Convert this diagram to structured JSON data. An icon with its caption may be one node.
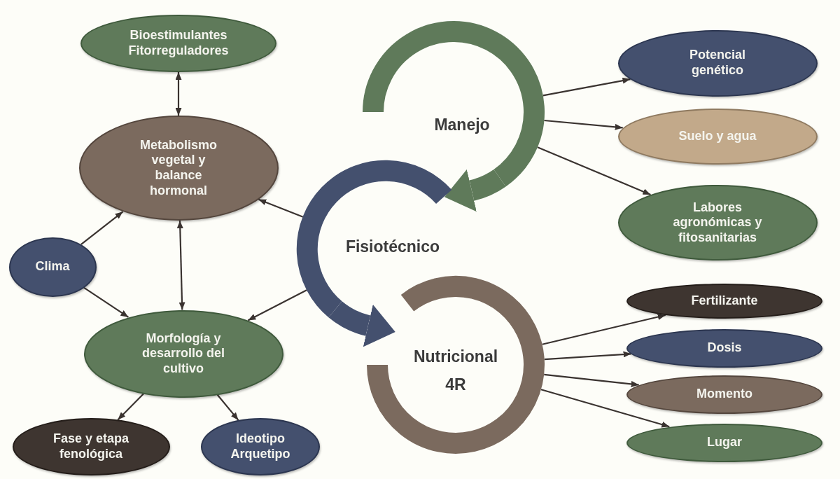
{
  "diagram": {
    "nodes": [
      {
        "text": [
          "Bioestimulantes Fitorreguladores"
        ]
      },
      {
        "text": [
          "Metabolismo vegetal y balance hormonal"
        ]
      },
      {
        "text": [
          "Clima"
        ]
      },
      {
        "text": [
          "Morfología y desarrollo del cultivo"
        ]
      },
      {
        "text": [
          "Fase y etapa fenológica"
        ]
      },
      {
        "text": [
          "Ideotipo Arquetipo"
        ]
      },
      {
        "text": [
          "Manejo"
        ]
      },
      {
        "text": [
          "Fisiotécnico"
        ]
      },
      {
        "text": [
          "Nutricional 4R"
        ]
      },
      {
        "text": [
          "Potencial genético"
        ]
      },
      {
        "text": [
          "Suelo y agua"
        ]
      },
      {
        "text": [
          "Labores agronómicas y fitosanitarias"
        ]
      },
      {
        "text": [
          "Fertilizante"
        ]
      },
      {
        "text": [
          "Dosis"
        ]
      },
      {
        "text": [
          "Momento"
        ]
      },
      {
        "text": [
          "Lugar"
        ]
      }
    ],
    "edges": [
      {
        "from": 0,
        "to": 1,
        "arrow": "both"
      },
      {
        "from": 1,
        "to": 3,
        "arrow": "both"
      },
      {
        "from": 2,
        "to": 1,
        "arrow": "to"
      },
      {
        "from": 2,
        "to": 3,
        "arrow": "to"
      },
      {
        "from": 3,
        "to": 4,
        "arrow": "to"
      },
      {
        "from": 3,
        "to": 5,
        "arrow": "to"
      },
      {
        "from": 7,
        "to": 1,
        "arrow": "to"
      },
      {
        "from": 7,
        "to": 3,
        "arrow": "to"
      },
      {
        "from": 6,
        "to": 7,
        "arrow": "to",
        "style": "thick",
        "color": "#5f7a5a"
      },
      {
        "from": 7,
        "to": 8,
        "arrow": "to",
        "style": "thick",
        "color": "#44506e"
      },
      {
        "from": 6,
        "to": 9,
        "arrow": "to"
      },
      {
        "from": 6,
        "to": 10,
        "arrow": "to"
      },
      {
        "from": 6,
        "to": 11,
        "arrow": "to"
      },
      {
        "from": 8,
        "to": 12,
        "arrow": "to"
      },
      {
        "from": 8,
        "to": 13,
        "arrow": "to"
      },
      {
        "from": 8,
        "to": 14,
        "arrow": "to"
      },
      {
        "from": 8,
        "to": 15,
        "arrow": "to"
      }
    ]
  }
}
